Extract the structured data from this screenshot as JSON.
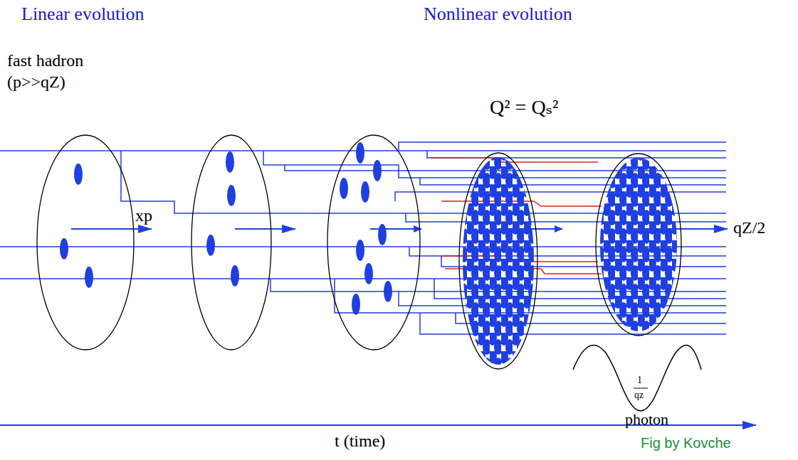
{
  "diagram": {
    "labels": [
      "Linear evolution",
      "Nonlinear evolution",
      "fast hadron",
      "(p>>qZ)",
      "xp",
      "Q² = Qₛ²",
      "qZ/2",
      "1",
      "qz",
      "photon",
      "t (time)",
      "Fig by Kovche"
    ]
  }
}
